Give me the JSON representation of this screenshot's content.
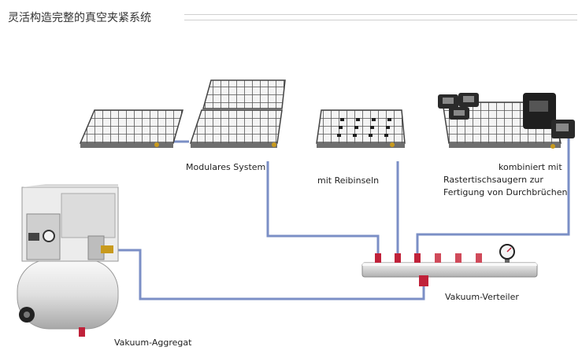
{
  "header": {
    "title": "灵活构造完整的真空夹紧系统"
  },
  "labels": {
    "modular": "Modulares System",
    "reib": "mit Reibinseln",
    "combined_1": "kombiniert mit",
    "combined_2": "Rastertischsaugern zur",
    "combined_3": "Fertigung von Durchbrüchen",
    "distributor": "Vakuum-Verteiler",
    "aggregate": "Vakuum-Aggregat"
  },
  "colors": {
    "hose": "#7b8fc6",
    "plate": "#7a7a7a",
    "fitting": "#c0223a"
  }
}
